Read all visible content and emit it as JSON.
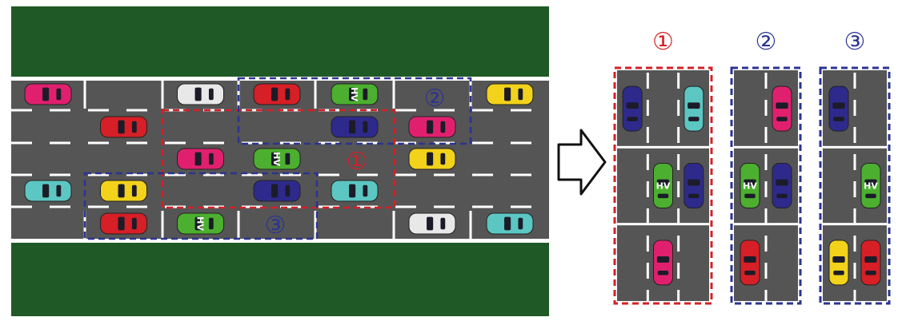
{
  "colors": {
    "grass": "#1f5a26",
    "asphalt": "#555555",
    "marking": "#ffffff",
    "red_box": "#d42027",
    "blue_box": "#2b3490",
    "car_pink": "#e0206e",
    "car_red": "#d61f26",
    "car_white": "#e8e8e8",
    "car_green": "#4caf30",
    "car_purple": "#2e2a8c",
    "car_yellow": "#f2d21b",
    "car_cyan": "#5cc6c2"
  },
  "labels": {
    "region_1": "①",
    "region_2": "②",
    "region_3": "③",
    "hv": "HV"
  },
  "icons": {
    "arrow": "right-arrow-icon"
  },
  "panels": [
    {
      "id": "1",
      "title": "①",
      "frame": "red",
      "cars": [
        {
          "lane": 0,
          "row": 0,
          "color": "purple",
          "dir": "v"
        },
        {
          "lane": 2,
          "row": 0,
          "color": "cyan",
          "dir": "v"
        },
        {
          "lane": 1,
          "row": 1,
          "color": "green",
          "dir": "v",
          "hv": true
        },
        {
          "lane": 2,
          "row": 1,
          "color": "purple",
          "dir": "v"
        },
        {
          "lane": 1,
          "row": 2,
          "color": "pink",
          "dir": "v"
        }
      ]
    },
    {
      "id": "2",
      "title": "②",
      "frame": "blue",
      "cars": [
        {
          "lane": 1,
          "row": 0,
          "color": "pink",
          "dir": "v"
        },
        {
          "lane": 0,
          "row": 1,
          "color": "green",
          "dir": "v",
          "hv": true
        },
        {
          "lane": 1,
          "row": 1,
          "color": "purple",
          "dir": "v"
        },
        {
          "lane": 0,
          "row": 2,
          "color": "red",
          "dir": "v"
        }
      ]
    },
    {
      "id": "3",
      "title": "③",
      "frame": "blue",
      "cars": [
        {
          "lane": 0,
          "row": 0,
          "color": "purple",
          "dir": "v"
        },
        {
          "lane": 1,
          "row": 1,
          "color": "green",
          "dir": "v",
          "hv": true
        },
        {
          "lane": 0,
          "row": 2,
          "color": "yellow",
          "dir": "v"
        },
        {
          "lane": 1,
          "row": 2,
          "color": "red",
          "dir": "v"
        }
      ]
    }
  ],
  "road_cars": [
    {
      "col": 0,
      "lane": 0,
      "color": "pink"
    },
    {
      "col": 0,
      "lane": 3,
      "color": "cyan"
    },
    {
      "col": 1,
      "lane": 1,
      "color": "red"
    },
    {
      "col": 1,
      "lane": 3,
      "color": "yellow"
    },
    {
      "col": 1,
      "lane": 4,
      "color": "red"
    },
    {
      "col": 2,
      "lane": 0,
      "color": "white"
    },
    {
      "col": 2,
      "lane": 2,
      "color": "pink"
    },
    {
      "col": 2,
      "lane": 4,
      "color": "green",
      "hv": true
    },
    {
      "col": 3,
      "lane": 0,
      "color": "red"
    },
    {
      "col": 3,
      "lane": 2,
      "color": "green",
      "hv": true
    },
    {
      "col": 3,
      "lane": 3,
      "color": "purple"
    },
    {
      "col": 4,
      "lane": 0,
      "color": "green",
      "hv": true
    },
    {
      "col": 4,
      "lane": 1,
      "color": "purple"
    },
    {
      "col": 4,
      "lane": 3,
      "color": "cyan"
    },
    {
      "col": 5,
      "lane": 1,
      "color": "pink"
    },
    {
      "col": 5,
      "lane": 2,
      "color": "yellow"
    },
    {
      "col": 5,
      "lane": 4,
      "color": "white"
    },
    {
      "col": 6,
      "lane": 0,
      "color": "yellow"
    },
    {
      "col": 6,
      "lane": 4,
      "color": "cyan"
    }
  ]
}
